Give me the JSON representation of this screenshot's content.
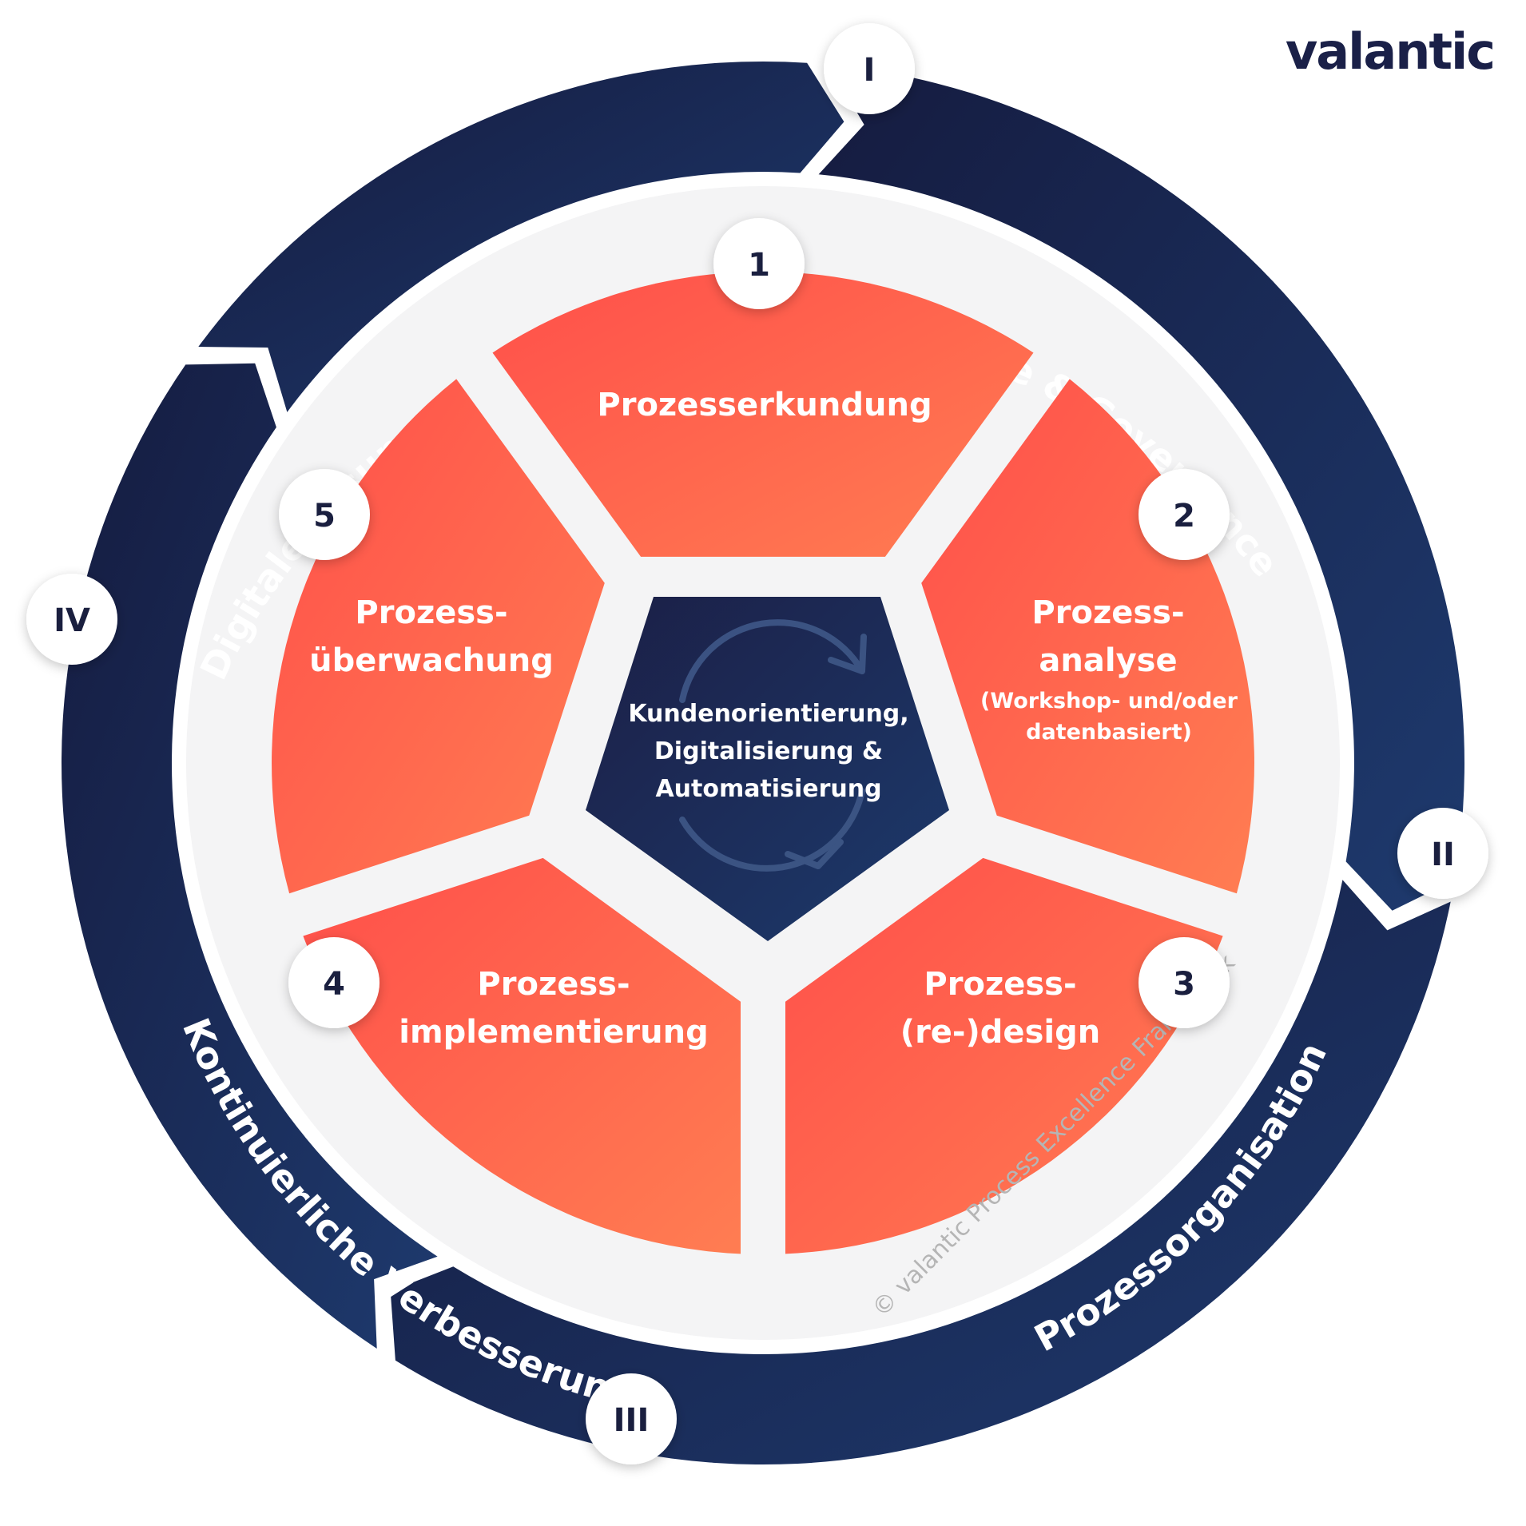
{
  "logo": "valantic",
  "ring": {
    "phases": [
      {
        "numeral": "I",
        "label": "Strategie & Governance"
      },
      {
        "numeral": "II",
        "label": "Prozessorganisation"
      },
      {
        "numeral": "III",
        "label": "Kontinuierliche Verbesserung"
      },
      {
        "numeral": "IV",
        "label": "Digitale Lösungen"
      }
    ]
  },
  "steps": [
    {
      "number": "1",
      "line1": "Prozesserkundung",
      "line2": "",
      "sub1": "",
      "sub2": ""
    },
    {
      "number": "2",
      "line1": "Prozess-",
      "line2": "analyse",
      "sub1": "(Workshop- und/oder",
      "sub2": "datenbasiert)"
    },
    {
      "number": "3",
      "line1": "Prozess-",
      "line2": "(re-)design",
      "sub1": "",
      "sub2": ""
    },
    {
      "number": "4",
      "line1": "Prozess-",
      "line2": "implementierung",
      "sub1": "",
      "sub2": ""
    },
    {
      "number": "5",
      "line1": "Prozess-",
      "line2": "überwachung",
      "sub1": "",
      "sub2": ""
    }
  ],
  "center": {
    "line1": "Kundenorientierung,",
    "line2": "Digitalisierung &",
    "line3": "Automatisierung",
    "icon": "cycle-arrows-icon"
  },
  "copyright": "© valantic Process Excellence Framework",
  "colors": {
    "navy": "#1a2048",
    "navy_light": "#1e3a6e",
    "coral": "#ff5a4e",
    "orange": "#ff7a52",
    "inner_bg": "#f4f4f5",
    "badge": "#ffffff"
  }
}
